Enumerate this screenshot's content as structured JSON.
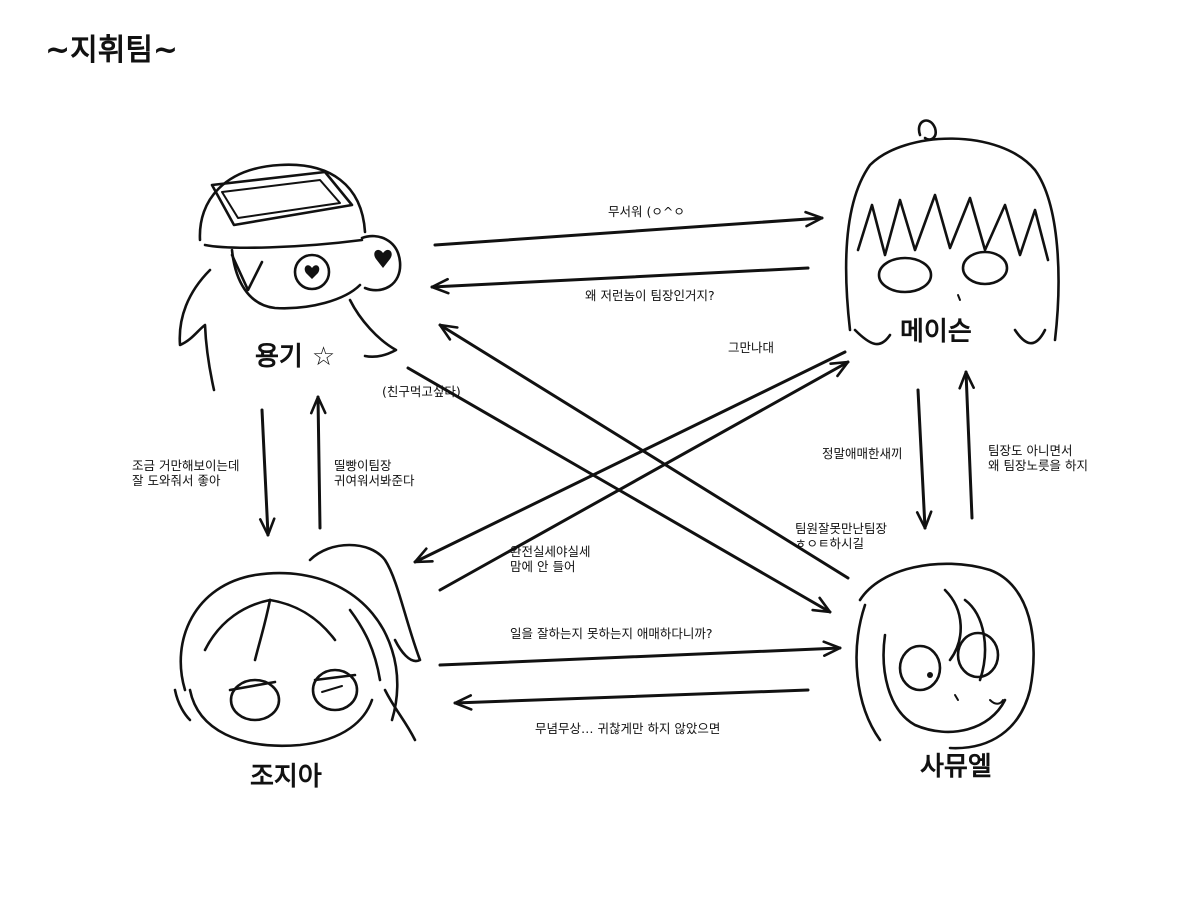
{
  "title": "~지휘팀~",
  "ink_color": "#111111",
  "background_color": "#ffffff",
  "characters": [
    {
      "id": "yonggi",
      "name": "용기 ☆",
      "icon": "helmet-visor-character"
    },
    {
      "id": "mason",
      "name": "메이슨",
      "icon": "long-hair-bangs-character"
    },
    {
      "id": "josiah",
      "name": "조지아",
      "icon": "ponytail-character"
    },
    {
      "id": "samuel",
      "name": "사뮤엘",
      "icon": "round-face-character"
    }
  ],
  "relations": [
    {
      "from": "용기",
      "to": "메이슨",
      "lines": [
        "무서워 (ㅇ^ㅇ"
      ]
    },
    {
      "from": "메이슨",
      "to": "용기",
      "lines": [
        "왜 저런놈이 팀장인거지?"
      ]
    },
    {
      "from": "메이슨",
      "to": "조지아",
      "lines": [
        "그만나대"
      ]
    },
    {
      "from": "용기",
      "to": "사뮤엘",
      "lines": [
        "(친구먹고싶다)"
      ]
    },
    {
      "from": "용기",
      "to": "조지아",
      "lines": [
        "조금 거만해보이는데",
        "잘 도와줘서 좋아"
      ]
    },
    {
      "from": "조지아",
      "to": "용기",
      "lines": [
        "띨빵이팀장",
        "귀여워서봐준다"
      ]
    },
    {
      "from": "메이슨",
      "to": "사뮤엘",
      "lines": [
        "정말애매한새끼"
      ]
    },
    {
      "from": "사뮤엘",
      "to": "메이슨",
      "lines": [
        "팀장도 아니면서",
        "왜 팀장노릇을 하지"
      ]
    },
    {
      "from": "사뮤엘",
      "to": "용기",
      "lines": [
        "팀원잘못만난팀장",
        "ㅎㅇㅌ하시길"
      ]
    },
    {
      "from": "조지아",
      "to": "메이슨",
      "lines": [
        "완전실세야실세",
        "맘에 안 들어"
      ]
    },
    {
      "from": "조지아",
      "to": "사뮤엘",
      "lines": [
        "일을 잘하는지 못하는지 애매하다니까?"
      ]
    },
    {
      "from": "사뮤엘",
      "to": "조지아",
      "lines": [
        "무념무상… 귀찮게만 하지 않았으면"
      ]
    }
  ]
}
